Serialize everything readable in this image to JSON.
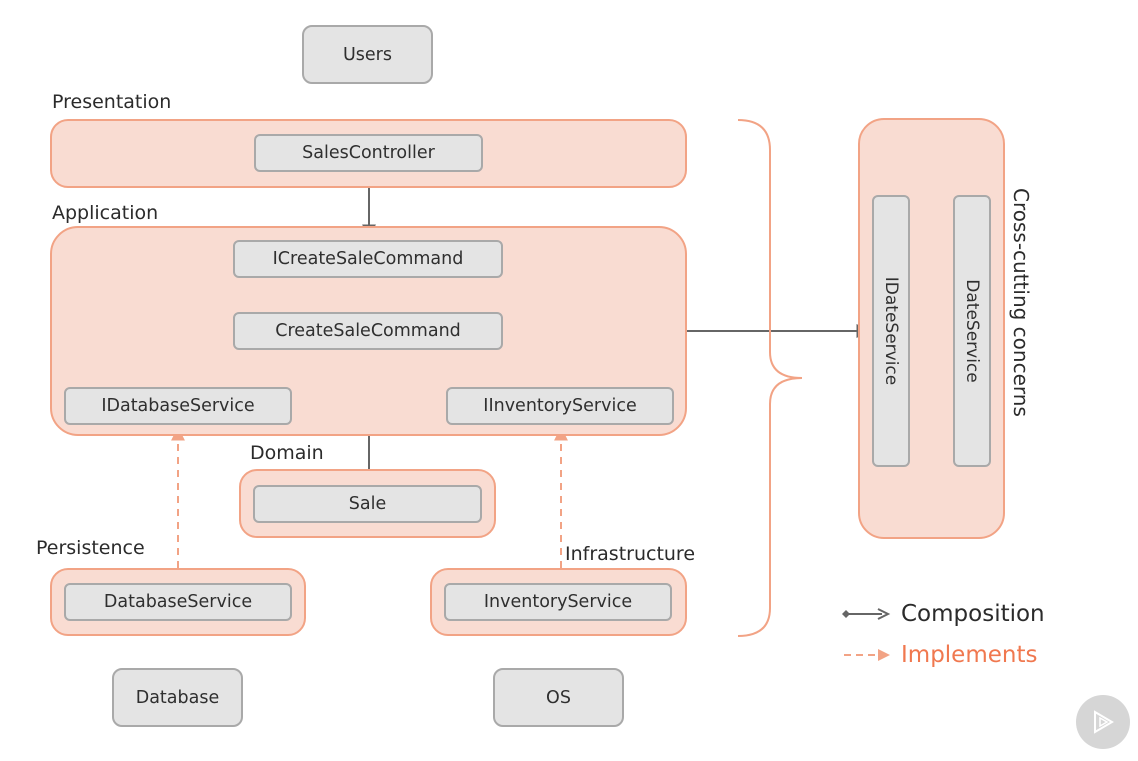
{
  "nodes": {
    "users": "Users",
    "sales_controller": "SalesController",
    "icreate_sale_command": "ICreateSaleCommand",
    "create_sale_command": "CreateSaleCommand",
    "idatabase_service": "IDatabaseService",
    "iinventory_service": "IInventoryService",
    "sale": "Sale",
    "database_service": "DatabaseService",
    "inventory_service": "InventoryService",
    "database": "Database",
    "os": "OS",
    "idate_service": "IDateService",
    "date_service": "DateService"
  },
  "layers": {
    "presentation": "Presentation",
    "application": "Application",
    "domain": "Domain",
    "persistence": "Persistence",
    "infrastructure": "Infrastructure",
    "cross_cutting": "Cross-cutting concerns"
  },
  "legend": {
    "composition": "Composition",
    "implements": "Implements"
  },
  "colors": {
    "layer_fill": "#f9dcd2",
    "layer_border": "#f2a385",
    "box_fill": "#e4e4e4",
    "box_border": "#a9a9a9",
    "composition_arrow": "#666666",
    "implements_arrow": "#f2a385",
    "implements_text": "#f0784f"
  },
  "icons": {
    "play_badge": "play-icon"
  }
}
